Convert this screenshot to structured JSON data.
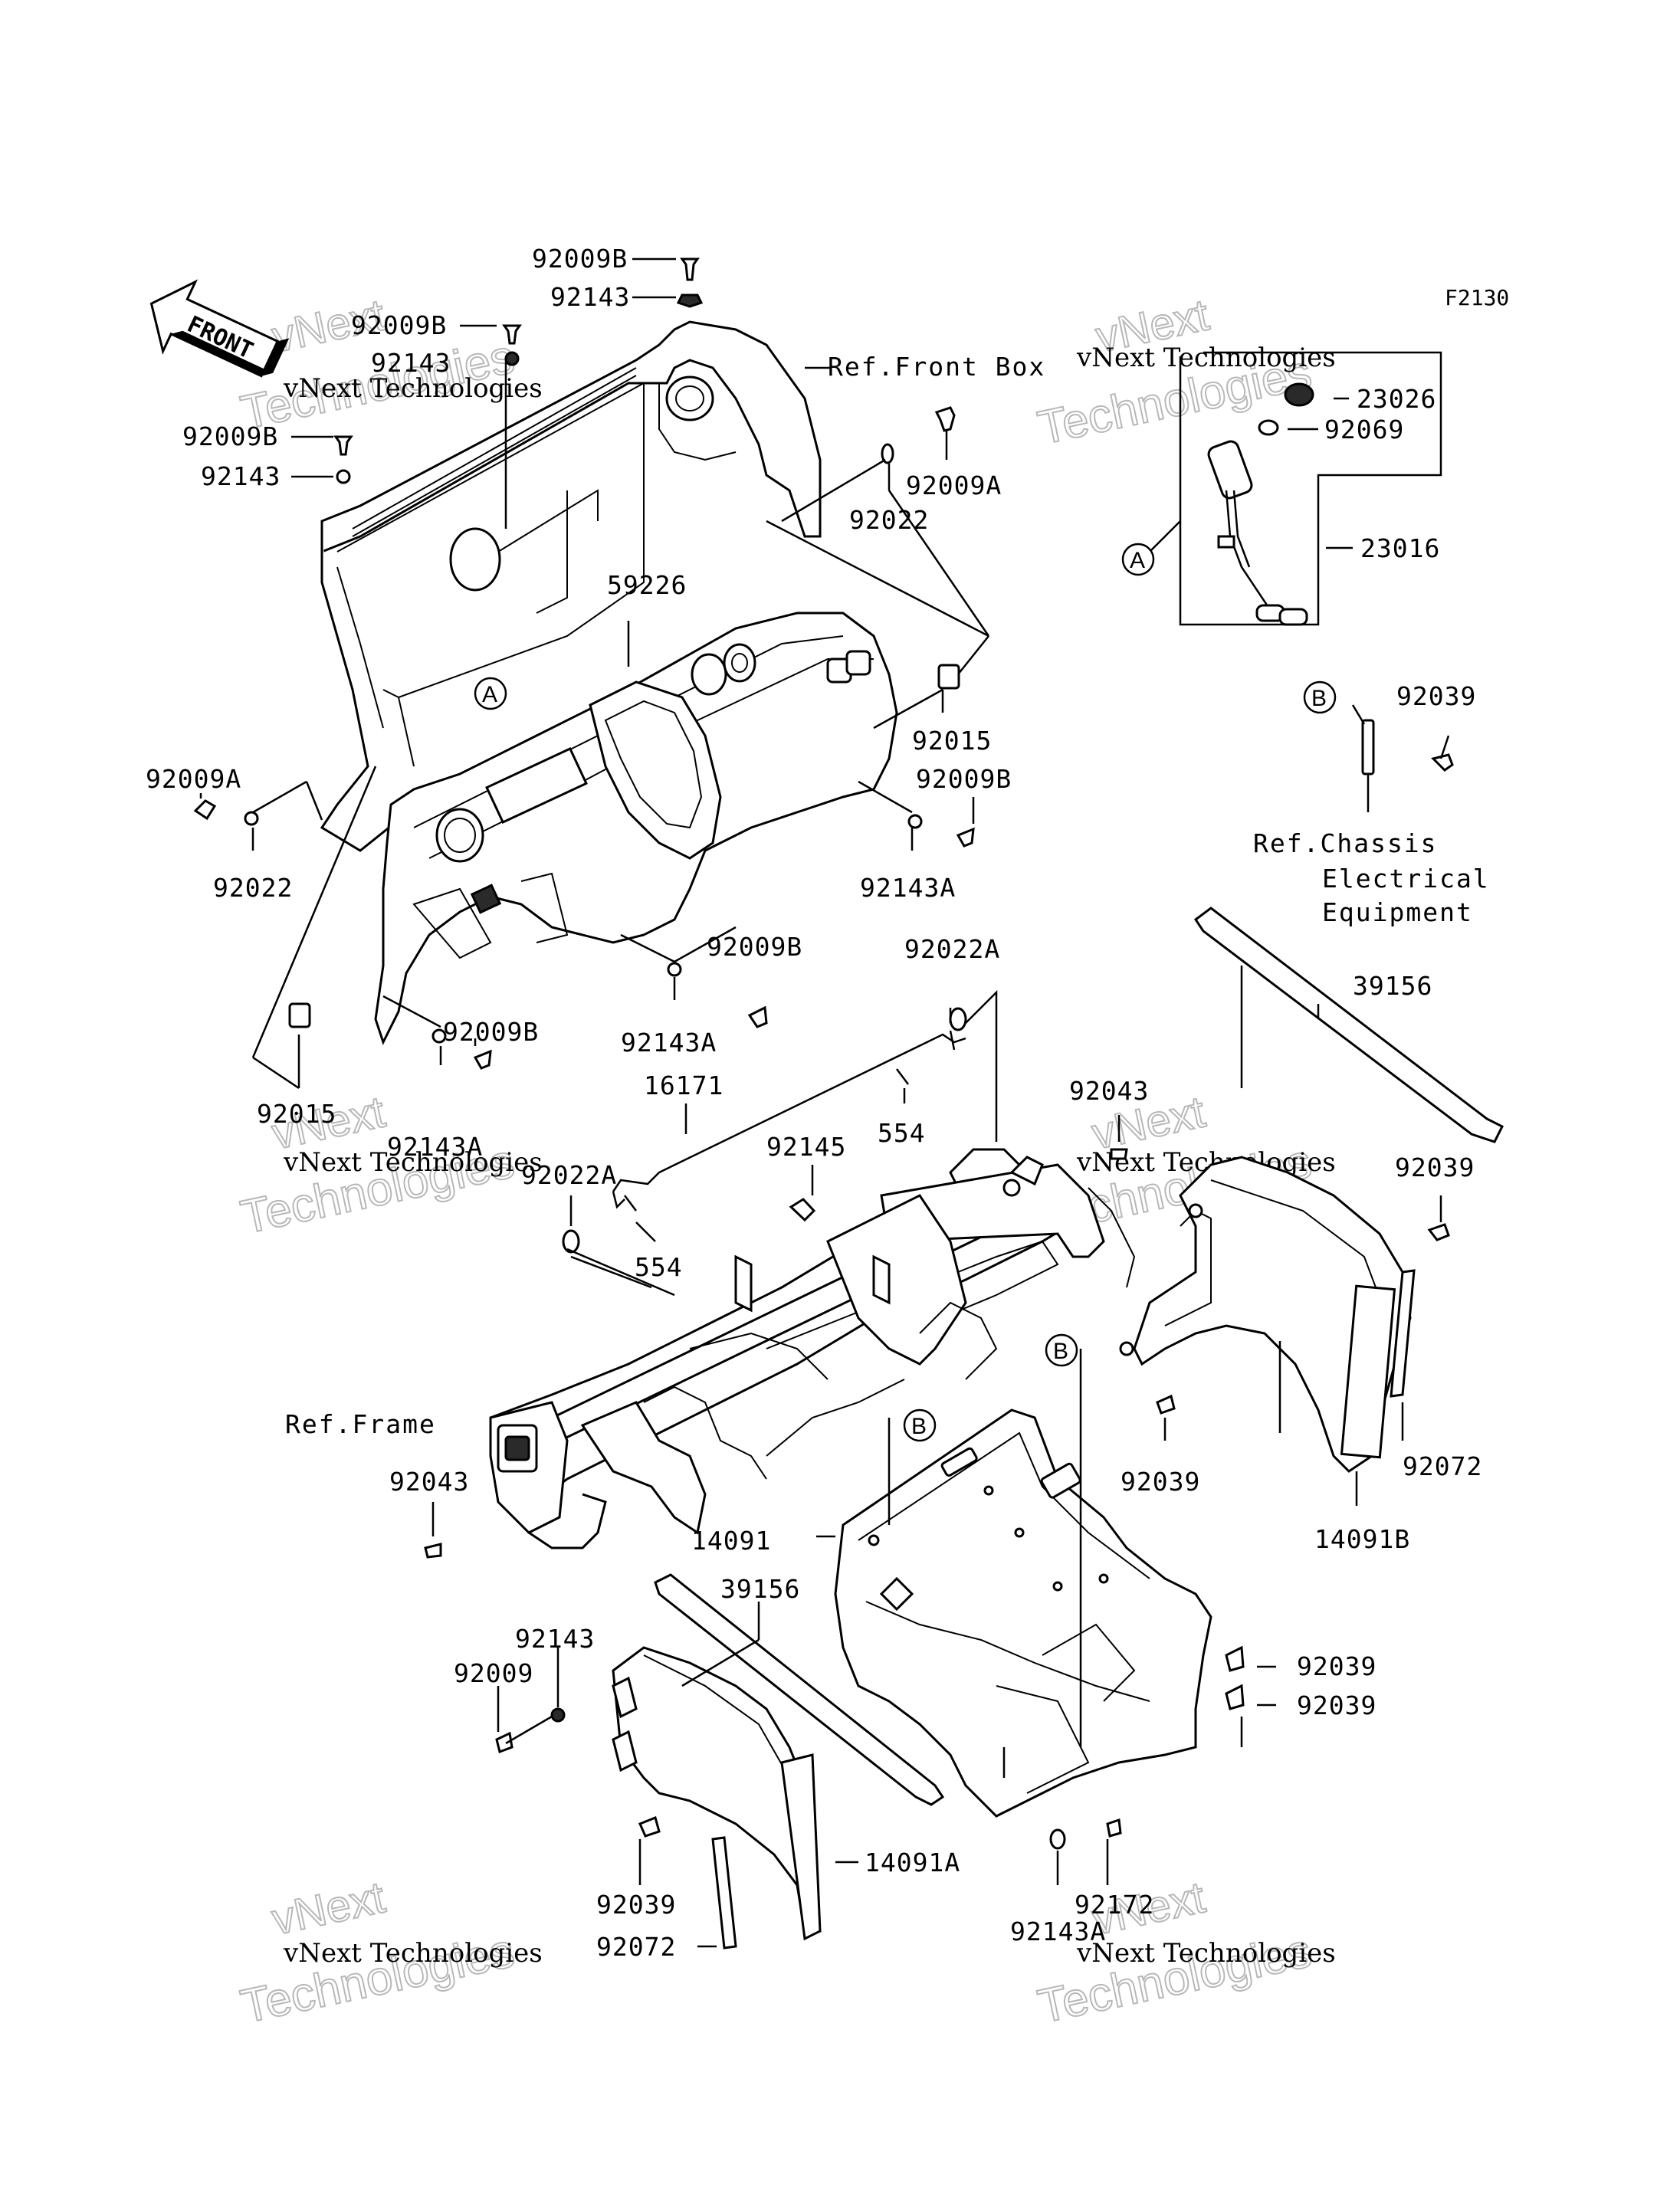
{
  "figure_code": "F2130",
  "front_arrow": "FRONT",
  "callouts": {
    "A": "A",
    "B": "B"
  },
  "labels": {
    "p92009B_top": "92009B",
    "p92143_top": "92143",
    "p92009B_left1": "92009B",
    "p92143_left1": "92143",
    "p92009B_left2": "92009B",
    "p92143_left2": "92143",
    "p92009A_right": "92009A",
    "p92022_right": "92022",
    "p59226": "59226",
    "p92015_right": "92015",
    "p92009B_mid": "92009B",
    "p92143A_mid": "92143A",
    "p92009A_left": "92009A",
    "p92022_left": "92022",
    "p92009B_low": "92009B",
    "p92143A_low": "92143A",
    "p92015_left": "92015",
    "p92009B_bot": "92009B",
    "p92143A_bot": "92143A",
    "p23026": "23026",
    "p92069": "92069",
    "p23016": "23016",
    "p92039_b": "92039",
    "p92022A_r": "92022A",
    "p16171": "16171",
    "p554_r": "554",
    "p92145": "92145",
    "p92022A_l": "92022A",
    "p554_l": "554",
    "p92043_top": "92043",
    "p39156_top": "39156",
    "p92039_r1": "92039",
    "p92072_r": "92072",
    "p14091B": "14091B",
    "p92039_c": "92039",
    "p14091": "14091",
    "p92043_bot": "92043",
    "p39156_bot": "39156",
    "p92143_bot": "92143",
    "p92009_bot": "92009",
    "p92039_r2": "92039",
    "p92039_r3": "92039",
    "p14091A": "14091A",
    "p92039_l": "92039",
    "p92072_l": "92072",
    "p92172": "92172",
    "p92143A_end": "92143A"
  },
  "refs": {
    "front_box": "Ref.Front Box",
    "frame": "Ref.Frame",
    "chassis_1": "Ref.Chassis",
    "chassis_2": "Electrical",
    "chassis_3": "Equipment"
  },
  "watermark": {
    "brand": "vNext Technologies",
    "big1": "vNext",
    "big2": "Technologies"
  }
}
